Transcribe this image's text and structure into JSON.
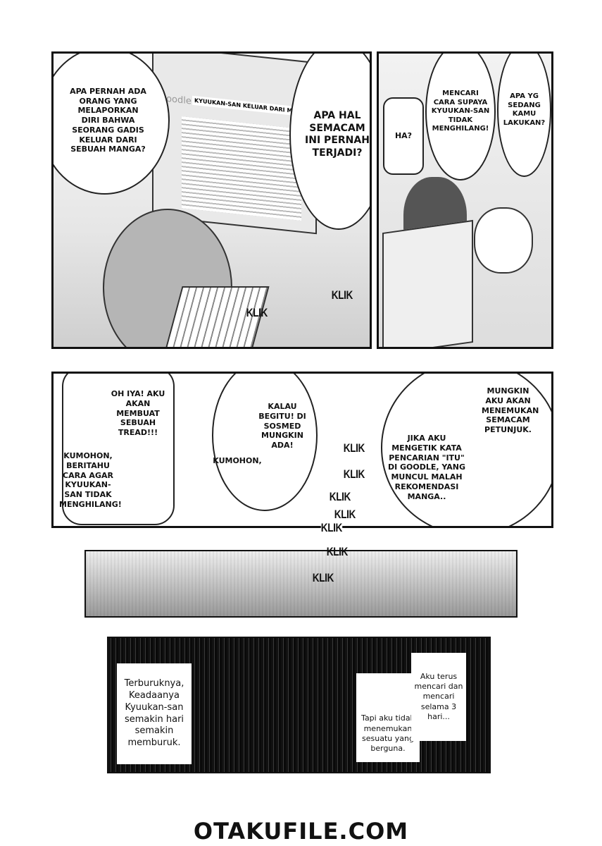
{
  "panel1": {
    "bubble_left": "APA PERNAH ADA ORANG YANG MELAPORKAN DIRI BAHWA SEORANG GADIS KELUAR DARI SEBUAH MANGA?",
    "search_logo": "Goodle",
    "search_query": "KYUUKAN-SAN KELUAR DARI MANGA",
    "bubble_right": "APA HAL SEMACAM INI PERNAH TERJADI?",
    "sfx": [
      "KLIK",
      "KLIK"
    ]
  },
  "panel2": {
    "bubble_ha": "HA?",
    "bubble_mencari": "MENCARI CARA SUPAYA KYUUKAN-SAN TIDAK MENGHILANG!",
    "bubble_apa": "APA YG SEDANG KAMU LAKUKAN?"
  },
  "panel3": {
    "bubble_oh_iya": "OH IYA! AKU AKAN MEMBUAT SEBUAH TREAD!!!",
    "bubble_kumohon_long": "KUMOHON, BERITAHU CARA AGAR KYUUKAN-SAN TIDAK MENGHILANG!",
    "bubble_kalau": "KALAU BEGITU! DI SOSMED MUNGKIN ADA!",
    "bubble_kumohon": "KUMOHON,",
    "bubble_mungkin": "MUNGKIN AKU AKAN MENEMUKAN SEMACAM PETUNJUK.",
    "bubble_jika": "JIKA AKU MENGETIK KATA PENCARIAN \"ITU\" DI GOODLE, YANG MUNCUL MALAH REKOMENDASI MANGA..",
    "sfx": [
      "KLIK",
      "KLIK",
      "KLIK",
      "KLIK",
      "KLIK",
      "KLIK",
      "KLIK"
    ]
  },
  "panel5": {
    "caption_left": "Terburuknya, Keadaanya Kyuukan-san semakin hari semakin memburuk.",
    "caption_right_top": "Aku terus mencari dan mencari selama 3 hari...",
    "caption_right_bottom": "Tapi aku tidak menemukan sesuatu yang berguna."
  },
  "watermark": "OTAKUFILE.COM"
}
